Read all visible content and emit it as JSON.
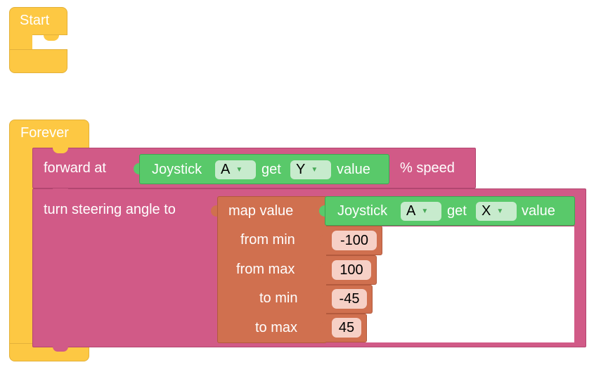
{
  "start_block": {
    "label": "Start"
  },
  "forever_block": {
    "label": "Forever"
  },
  "forward_block": {
    "label": "forward at",
    "suffix": "% speed",
    "joystick": {
      "label": "Joystick",
      "joystick_value": "A",
      "get_label": "get",
      "axis_value": "Y",
      "value_label": "value"
    }
  },
  "steering_block": {
    "label": "turn steering angle to",
    "map": {
      "label": "map value",
      "joystick": {
        "label": "Joystick",
        "joystick_value": "A",
        "get_label": "get",
        "axis_value": "X",
        "value_label": "value"
      },
      "from_min_label": "from min",
      "from_min_value": "-100",
      "from_max_label": "from max",
      "from_max_value": "100",
      "to_min_label": "to min",
      "to_min_value": "-45",
      "to_max_label": "to max",
      "to_max_value": "45"
    }
  },
  "colors": {
    "event_yellow": "#fdc843",
    "motion_pink": "#d15a87",
    "sensor_green": "#59c96a",
    "operator_orange": "#d0704f"
  }
}
